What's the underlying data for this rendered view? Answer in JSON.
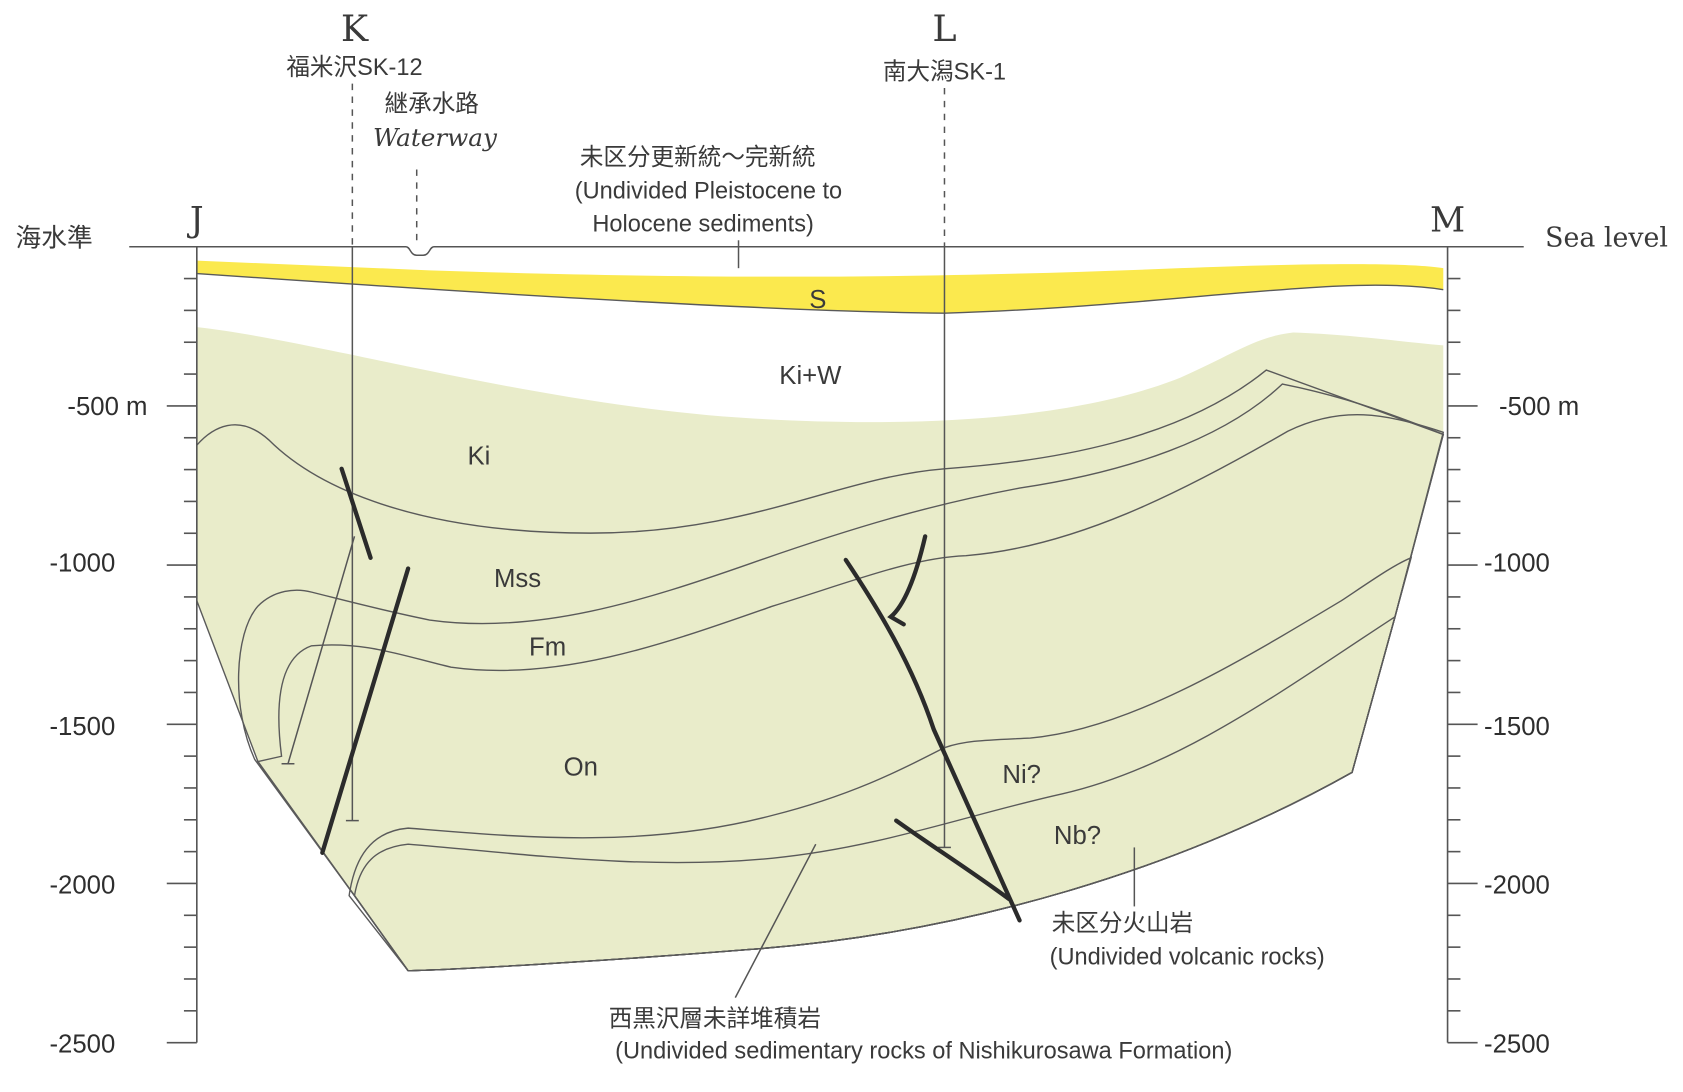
{
  "section": {
    "left_end": "J",
    "right_end": "M",
    "sea_level_ja": "海水準",
    "sea_level_en": "Sea level"
  },
  "boreholes": [
    {
      "marker": "K",
      "name": "福米沢SK-12"
    },
    {
      "marker": "L",
      "name": "南大潟SK-1"
    }
  ],
  "waterway": {
    "ja": "継承水路",
    "en": "Waterway"
  },
  "depth_axis": {
    "left_labels": [
      "-500 m",
      "-1000",
      "-1500",
      "-2000",
      "-2500"
    ],
    "right_labels": [
      "-500 m",
      "-1000",
      "-1500",
      "-2000",
      "-2500"
    ],
    "minor_tick_interval_m": 100,
    "major_tick_interval_m": 500
  },
  "units": {
    "S": "S",
    "KiW": "Ki+W",
    "Ki": "Ki",
    "Mss": "Mss",
    "Fm": "Fm",
    "On": "On",
    "Ni": "Ni?",
    "Nb": "Nb?"
  },
  "annotations": {
    "pleistocene_ja": "未区分更新統〜完新統",
    "pleistocene_en_1": "(Undivided Pleistocene to",
    "pleistocene_en_2": "Holocene sediments)",
    "volcanic_ja": "未区分火山岩",
    "volcanic_en": "(Undivided volcanic rocks)",
    "sedimentary_ja": "西黒沢層未詳堆積岩",
    "sedimentary_en": "(Undivided sedimentary rocks of Nishikurosawa Formation)"
  },
  "colors": {
    "S": "#fbe94e",
    "Ki": "#e9ecca",
    "Mss": "#d4e7dd",
    "Fm": "#6eb1e2",
    "On": "#dcb1d4",
    "Ni": "#fbe93c",
    "Nb": "#b9467f"
  }
}
